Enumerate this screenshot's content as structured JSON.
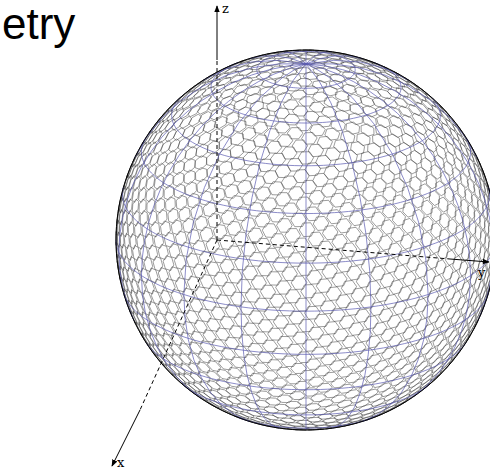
{
  "diagram": {
    "title": "etry",
    "labels": [
      "z",
      "x",
      "y"
    ]
  }
}
